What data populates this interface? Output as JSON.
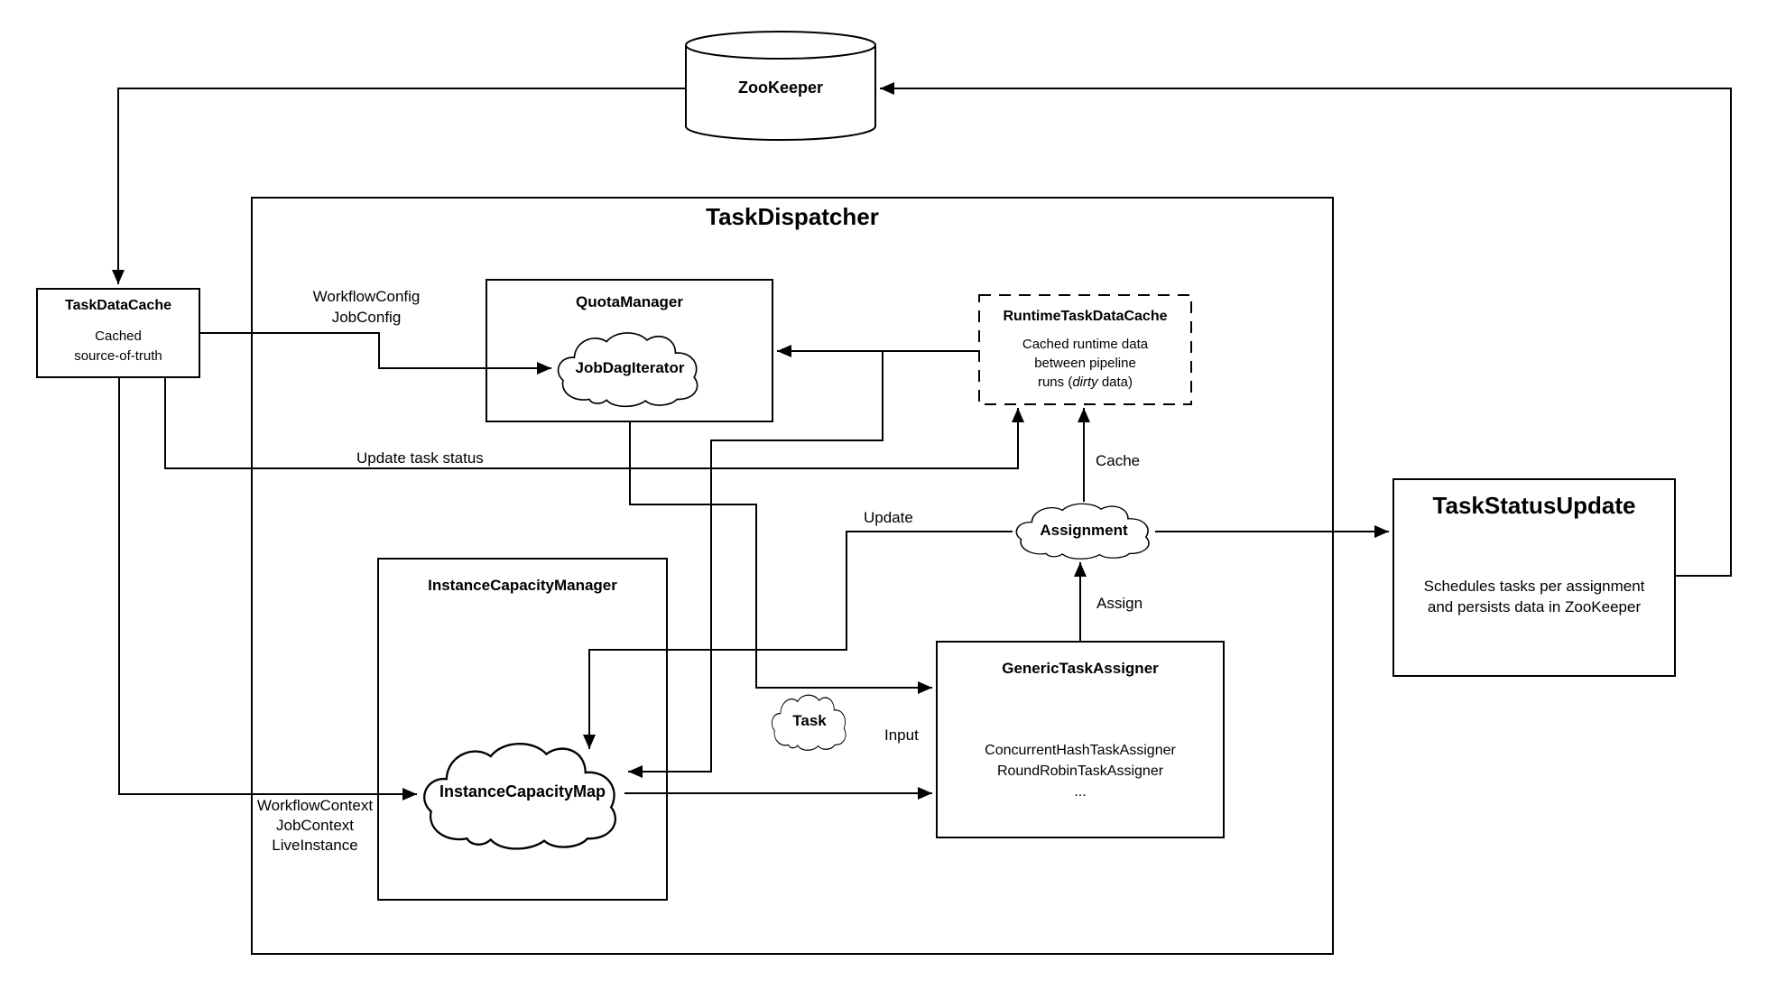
{
  "diagram": {
    "colors": {
      "line": "#000000",
      "background": "#ffffff"
    },
    "zookeeper": {
      "label": "ZooKeeper"
    },
    "task_dispatcher": {
      "title": "TaskDispatcher"
    },
    "task_data_cache": {
      "title": "TaskDataCache",
      "line1": "Cached",
      "line2": "source-of-truth"
    },
    "quota_manager": {
      "title": "QuotaManager",
      "cloud": "JobDagIterator"
    },
    "runtime_task_data_cache": {
      "title": "RuntimeTaskDataCache",
      "line1": "Cached runtime data",
      "line2": "between pipeline",
      "line3_pre": "runs (",
      "line3_italic": "dirty",
      "line3_post": " data)"
    },
    "instance_capacity_manager": {
      "title": "InstanceCapacityManager",
      "cloud": "InstanceCapacityMap"
    },
    "generic_task_assigner": {
      "title": "GenericTaskAssigner",
      "line1": "ConcurrentHashTaskAssigner",
      "line2": "RoundRobinTaskAssigner",
      "line3": "..."
    },
    "task_status_update": {
      "title": "TaskStatusUpdate",
      "line1": "Schedules tasks per assignment",
      "line2": "and persists data in ZooKeeper"
    },
    "clouds": {
      "assignment": "Assignment",
      "task": "Task"
    },
    "edge_labels": {
      "workflow_config": "WorkflowConfig",
      "job_config": "JobConfig",
      "update_task_status": "Update task status",
      "cache": "Cache",
      "update": "Update",
      "assign": "Assign",
      "input": "Input",
      "workflow_context": "WorkflowContext",
      "job_context": "JobContext",
      "live_instance": "LiveInstance"
    }
  }
}
